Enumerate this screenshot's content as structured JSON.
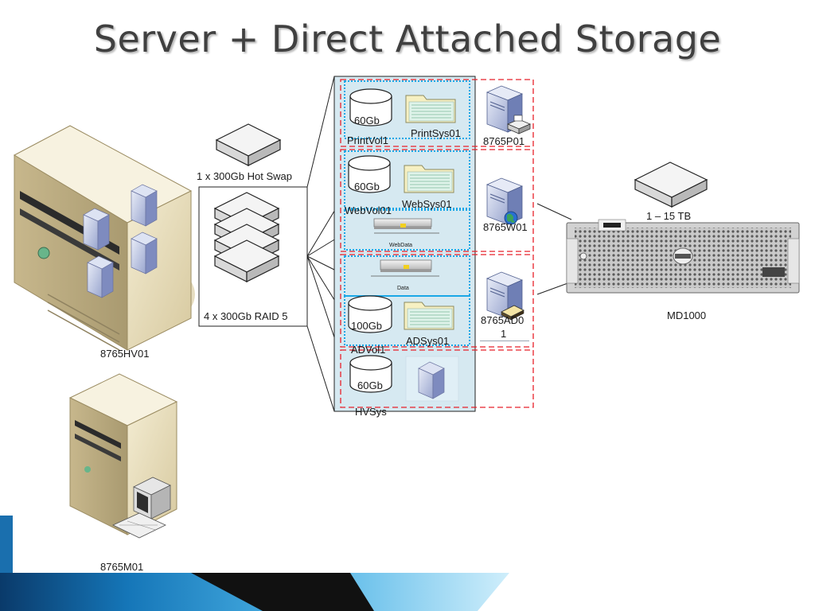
{
  "title": "Server + Direct Attached Storage",
  "labels": {
    "hyperv_host": "8765HV01",
    "mgmt_host": "8765M01",
    "hot_swap": "1 x 300Gb Hot Swap",
    "raid": "4 x 300Gb RAID 5",
    "storage_size": "1 – 15 TB",
    "storage_array": "MD1000"
  },
  "vm_groups": [
    {
      "volume_size": "60Gb",
      "volume_name": "PrintVol1",
      "system_name": "PrintSys01",
      "server_name": "8765P01"
    },
    {
      "volume_size": "60Gb",
      "volume_name": "WebVol01",
      "system_name": "WebSys01",
      "data_label": "WebData",
      "server_name": "8765W01"
    },
    {
      "volume_size": "100Gb",
      "volume_name": "ADVol1",
      "system_name": "ADSys01",
      "data_label": "Data",
      "server_name": "8765AD0",
      "server_name_line2": "1"
    },
    {
      "volume_size": "60Gb",
      "volume_name": "HVSys"
    }
  ],
  "colors": {
    "panel": "#d6e9f1",
    "dashed_red": "#e8202a",
    "dotted_blue": "#1aa7e6",
    "tower_beige": "#e3d7b2",
    "accent_blue": "#2aa3dc"
  }
}
